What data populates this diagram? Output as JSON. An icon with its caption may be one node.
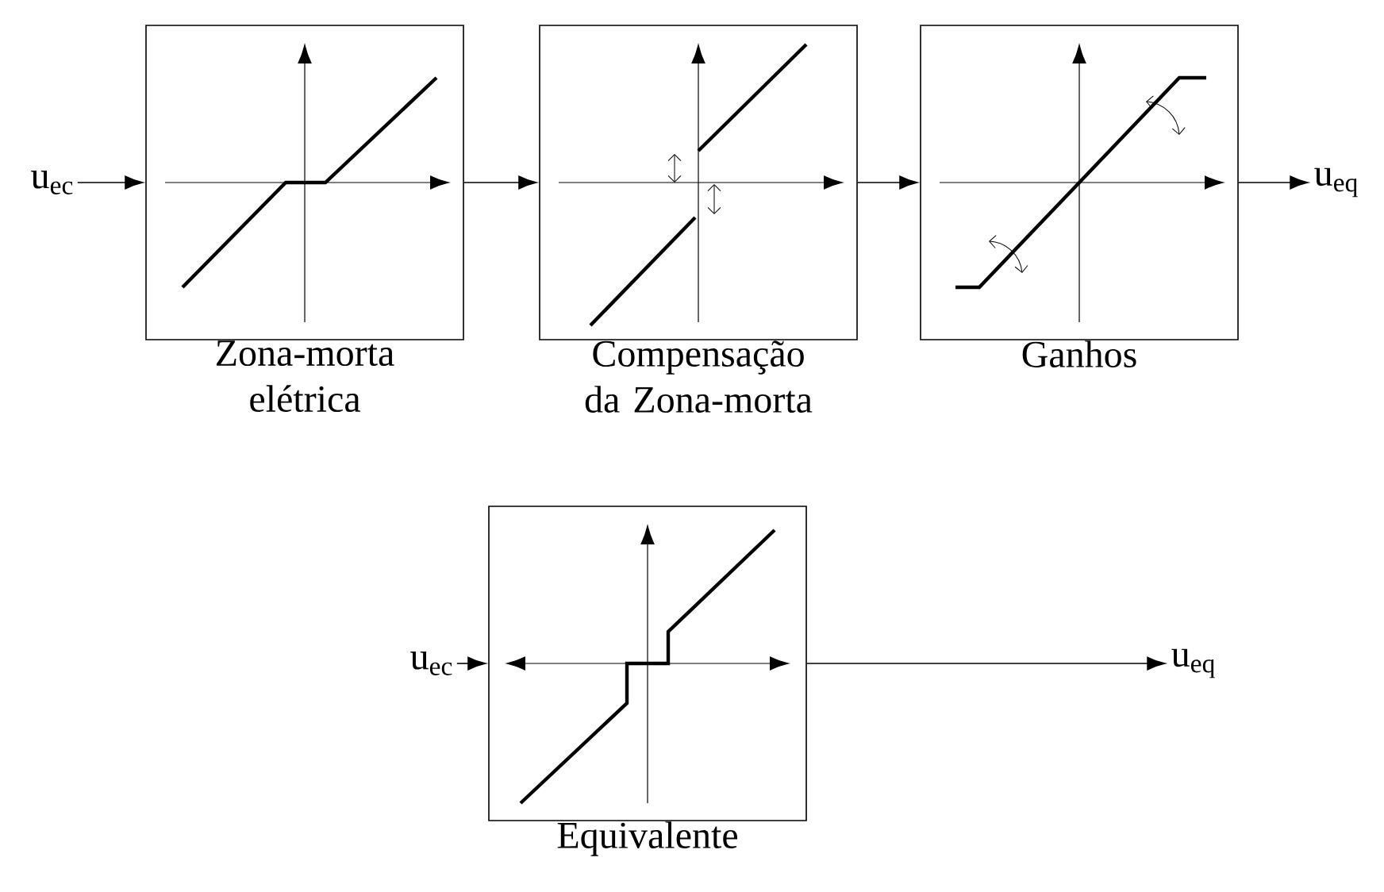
{
  "diagram": {
    "nodes": [
      {
        "text": [
          "u$_{ec}$"
        ]
      },
      {
        "text": [
          "Zona-morta elétrica"
        ]
      },
      {
        "text": [
          "Compensação da Zona-morta"
        ]
      },
      {
        "text": [
          "Ganhos"
        ]
      },
      {
        "text": [
          "u$_{eq}$"
        ]
      },
      {
        "text": [
          "u$_{ec}$"
        ]
      },
      {
        "text": [
          "Equivalente"
        ]
      },
      {
        "text": [
          "u$_{eq}$"
        ]
      }
    ],
    "edges": [
      {
        "from": 0,
        "to": 1,
        "arrow": "to"
      },
      {
        "from": 1,
        "to": 2,
        "arrow": "to"
      },
      {
        "from": 2,
        "to": 3,
        "arrow": "to"
      },
      {
        "from": 3,
        "to": 4,
        "arrow": "to"
      },
      {
        "from": 5,
        "to": 6,
        "arrow": "to"
      },
      {
        "from": 6,
        "to": 7,
        "arrow": "to"
      }
    ]
  }
}
